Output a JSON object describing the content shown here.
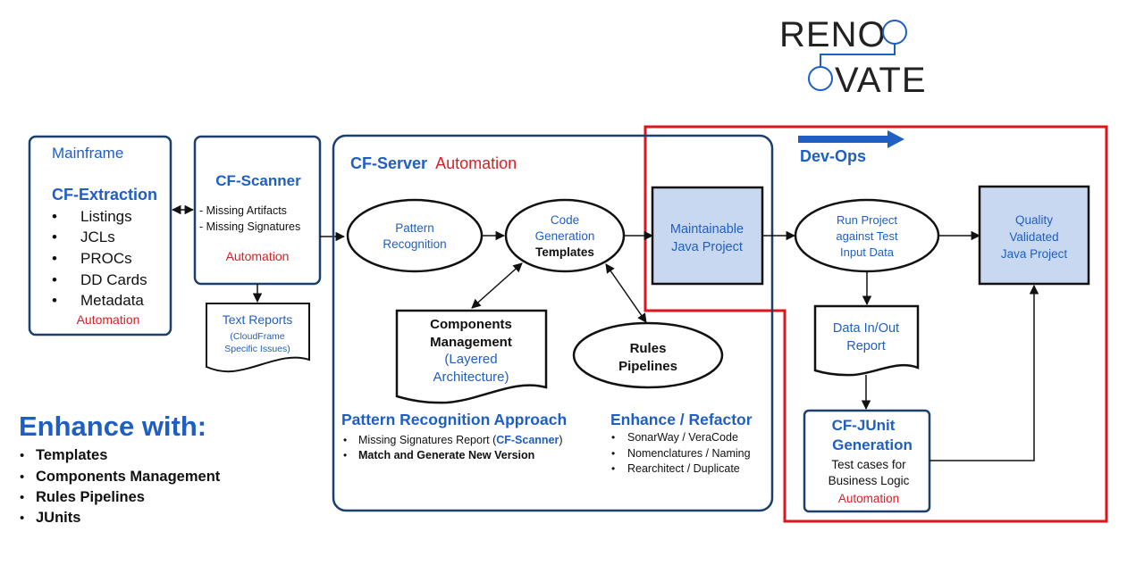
{
  "logo": {
    "line1": "RENO",
    "line2": "VATE"
  },
  "colors": {
    "navy": "#1c3f6e",
    "blue": "#1f5fc3",
    "red": "#d91f26",
    "fill_light": "#c9d8f1",
    "devops_border": "#e0141b"
  },
  "mainframe": {
    "title": "Mainframe",
    "heading": "CF-Extraction",
    "items": [
      "Listings",
      "JCLs",
      "PROCs",
      "DD Cards",
      "Metadata"
    ],
    "footer": "Automation"
  },
  "scanner": {
    "title": "CF-Scanner",
    "lines": [
      "- Missing Artifacts",
      "- Missing Signatures"
    ],
    "footer": "Automation"
  },
  "text_reports": {
    "title": "Text Reports",
    "sub1": "(CloudFrame",
    "sub2": "Specific Issues)"
  },
  "server": {
    "title_a": "CF-Server",
    "title_b": "Automation",
    "pattern": {
      "line1": "Pattern",
      "line2": "Recognition"
    },
    "codegen": {
      "line1": "Code",
      "line2": "Generation",
      "line3": "Templates"
    },
    "components": {
      "line1": "Components",
      "line2": "Management",
      "line3": "(Layered",
      "line4": "Architecture)"
    },
    "rules": {
      "line1": "Rules",
      "line2": "Pipelines"
    },
    "approach": {
      "title": "Pattern Recognition Approach",
      "item1_pre": "Missing Signatures Report (",
      "item1_hl": "CF-Scanner",
      "item1_post": ")",
      "item2": "Match and Generate New Version"
    },
    "enhance": {
      "title": "Enhance / Refactor",
      "items": [
        "SonarWay / VeraCode",
        "Nomenclatures / Naming",
        "Rearchitect / Duplicate"
      ]
    }
  },
  "devops": {
    "title": "Dev-Ops",
    "maintainable": {
      "line1": "Maintainable",
      "line2": "Java Project"
    },
    "run": {
      "line1": "Run Project",
      "line2": "against Test",
      "line3": "Input Data"
    },
    "quality": {
      "line1": "Quality",
      "line2": "Validated",
      "line3": "Java Project"
    },
    "datainout": {
      "line1": "Data In/Out",
      "line2": "Report"
    },
    "junit": {
      "line1": "CF-JUnit",
      "line2": "Generation",
      "line3": "Test cases for",
      "line4": "Business Logic",
      "line5": "Automation"
    }
  },
  "enhance_with": {
    "title": "Enhance with:",
    "items": [
      "Templates",
      "Components Management",
      "Rules Pipelines",
      "JUnits"
    ]
  }
}
